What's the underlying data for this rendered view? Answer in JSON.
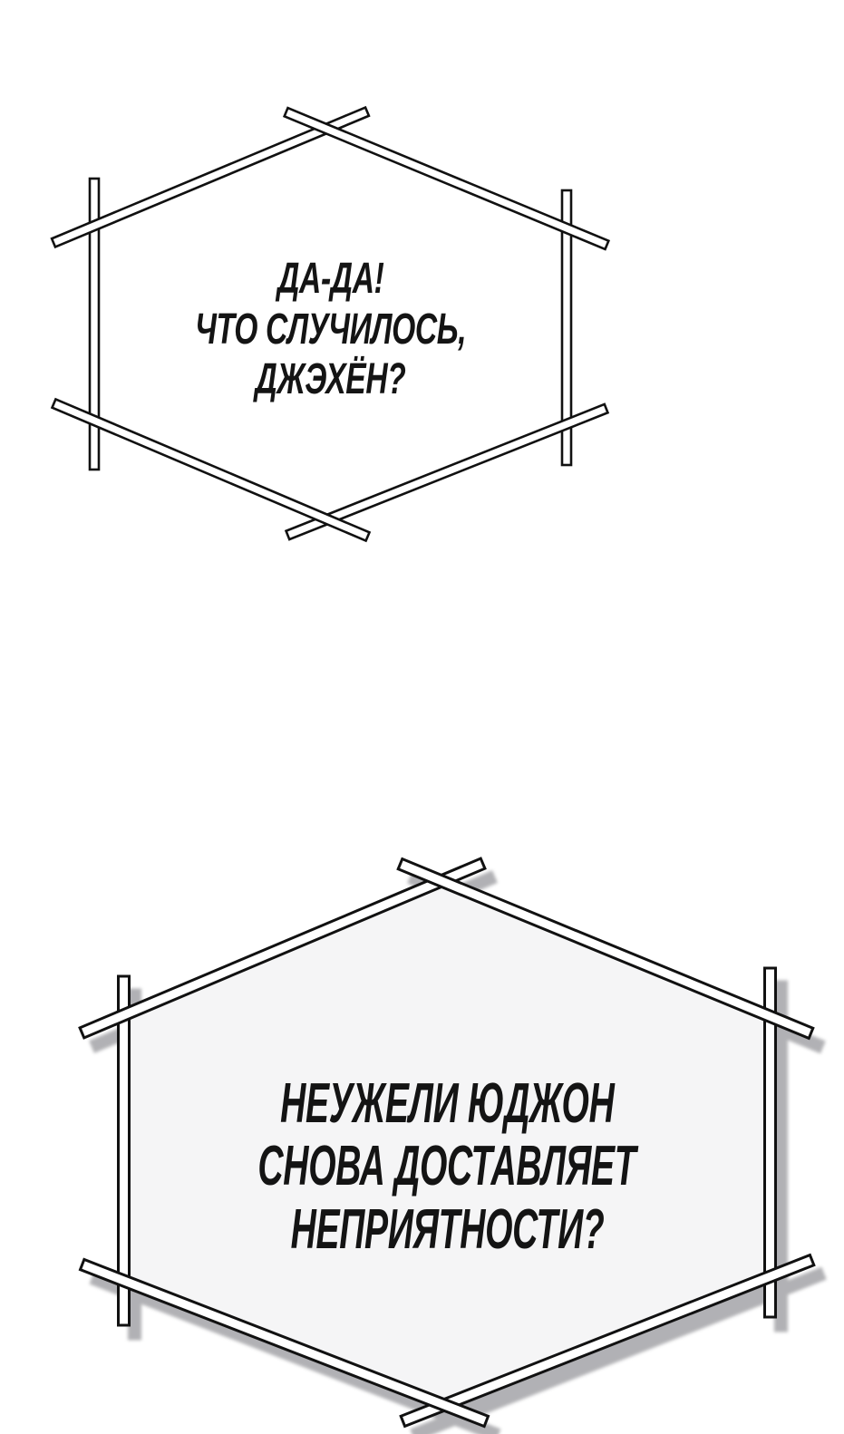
{
  "colors": {
    "ink": "#111111",
    "paper": "#ffffff",
    "bubble_fill": "#f5f5f6",
    "shadow": "#ababaf"
  },
  "bubbles": {
    "top": {
      "lines": [
        "ДА-ДА!",
        "ЧТО СЛУЧИЛОСЬ,",
        "ДЖЭХЁН?"
      ]
    },
    "bottom": {
      "lines": [
        "НЕУЖЕЛИ ЮДЖОН",
        "СНОВА ДОСТАВЛЯЕТ",
        "НЕПРИЯТНОСТИ?"
      ]
    }
  }
}
